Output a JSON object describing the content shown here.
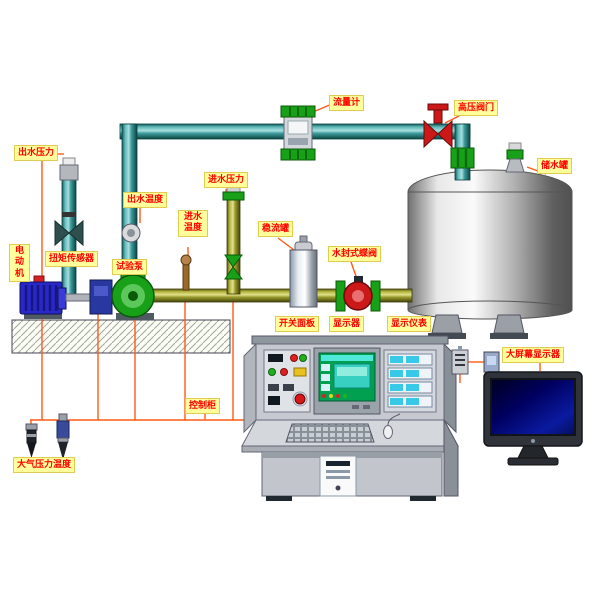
{
  "labels": {
    "outlet_pressure": "出水压力",
    "flow_meter": "流量计",
    "hp_valve": "高压阀门",
    "storage_tank": "储水罐",
    "inlet_pressure": "进水压力",
    "outlet_temp": "出水温度",
    "inlet_temp": "进水温度",
    "steady_tank": "稳流罐",
    "butterfly_valve": "水封式蝶阀",
    "motor": "电动机",
    "torque_sensor": "扭矩传感器",
    "test_pump": "试验泵",
    "switch_panel": "开关面板",
    "monitor": "显示器",
    "display_meters": "显示仪表",
    "big_screen": "大屏幕显示器",
    "control_cabinet": "控制柜",
    "atmos_pressure_temp": "大气压力温度"
  },
  "colors": {
    "pipe_teal": "#2E9A9A",
    "pipe_yellow": "#B9B943",
    "label_bg": "#FFFF9C",
    "label_text": "#FF0000",
    "wire_orange": "#FF5A14",
    "valve_red": "#CC1818",
    "flange_green": "#18A018",
    "motor_blue": "#2828C8",
    "crt_green": "#00A050",
    "big_screen_blue": "#000060"
  }
}
